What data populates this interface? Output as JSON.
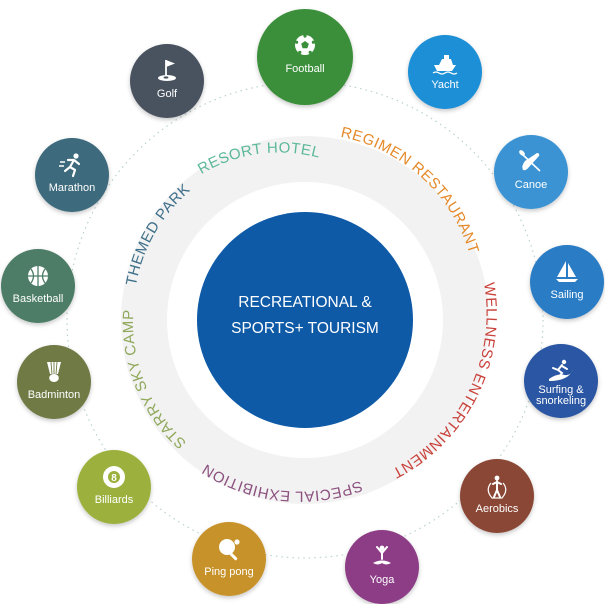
{
  "center": {
    "line1": "RECREATIONAL &",
    "line2": "SPORTS+ TOURISM",
    "color": "#0e5aa7"
  },
  "ring_labels": [
    {
      "key": "resort",
      "text": "RESORT HOTEL",
      "color": "#5cb89a"
    },
    {
      "key": "regimen",
      "text": "REGIMEN RESTAURANT",
      "color": "#e58a2a"
    },
    {
      "key": "wellness",
      "text": "WELLNESS ENTERTAINMENT",
      "color": "#c9413a"
    },
    {
      "key": "special",
      "text": "SPECIAL EXHIBITION",
      "color": "#8b4f7e"
    },
    {
      "key": "starry",
      "text": "STARRY SKY CAMP",
      "color": "#8fa85a"
    },
    {
      "key": "themed",
      "text": "THEMED PARK",
      "color": "#3e6f8a"
    }
  ],
  "activities": [
    {
      "key": "football",
      "label": "Football",
      "color": "#3a8f3a",
      "icon": "football-icon"
    },
    {
      "key": "yacht",
      "label": "Yacht",
      "color": "#1c8fd6",
      "icon": "yacht-icon"
    },
    {
      "key": "canoe",
      "label": "Canoe",
      "color": "#3a93d3",
      "icon": "canoe-icon"
    },
    {
      "key": "sailing",
      "label": "Sailing",
      "color": "#2b7bc4",
      "icon": "sailing-icon"
    },
    {
      "key": "surfing",
      "label": "Surfing &\nsnorkeling",
      "color": "#2a56a3",
      "icon": "surfing-icon"
    },
    {
      "key": "aerobics",
      "label": "Aerobics",
      "color": "#8a4636",
      "icon": "aerobics-icon"
    },
    {
      "key": "yoga",
      "label": "Yoga",
      "color": "#8c3d86",
      "icon": "yoga-icon"
    },
    {
      "key": "pingpong",
      "label": "Ping pong",
      "color": "#c8922b",
      "icon": "ping-pong-icon"
    },
    {
      "key": "billiards",
      "label": "Billiards",
      "color": "#9cb13c",
      "icon": "billiards-icon"
    },
    {
      "key": "badminton",
      "label": "Badminton",
      "color": "#707a45",
      "icon": "badminton-icon"
    },
    {
      "key": "basketball",
      "label": "Basketball",
      "color": "#4d7d66",
      "icon": "basketball-icon"
    },
    {
      "key": "marathon",
      "label": "Marathon",
      "color": "#3e6a7c",
      "icon": "marathon-icon"
    },
    {
      "key": "golf",
      "label": "Golf",
      "color": "#495360",
      "icon": "golf-icon"
    }
  ]
}
